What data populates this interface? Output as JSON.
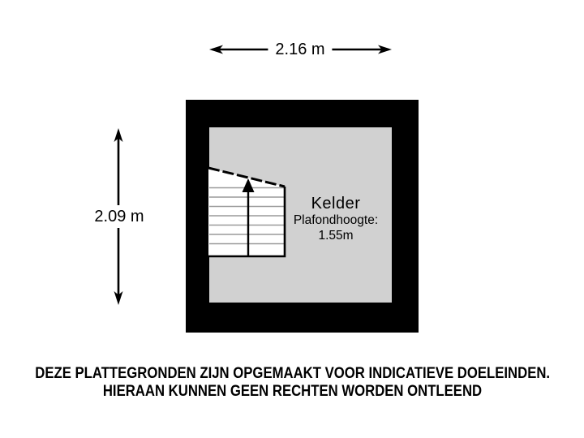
{
  "floorplan": {
    "room_label": "Kelder",
    "ceiling_height_label": "Plafondhoogte:",
    "ceiling_height_value": "1.55m",
    "width_dimension": "2.16 m",
    "height_dimension": "2.09 m"
  },
  "disclaimer": {
    "line1": "DEZE PLATTEGRONDEN ZIJN OPGEMAAKT VOOR INDICATIEVE DOELEINDEN.",
    "line2": "HIERAAN KUNNEN GEEN RECHTEN WORDEN ONTLEEND"
  },
  "colors": {
    "wall": "#000000",
    "floor": "#d1d1d1",
    "stair_fill": "#ffffff",
    "step_line": "#9a9a9a",
    "text": "#000000",
    "label_bg": "#ffffff"
  }
}
